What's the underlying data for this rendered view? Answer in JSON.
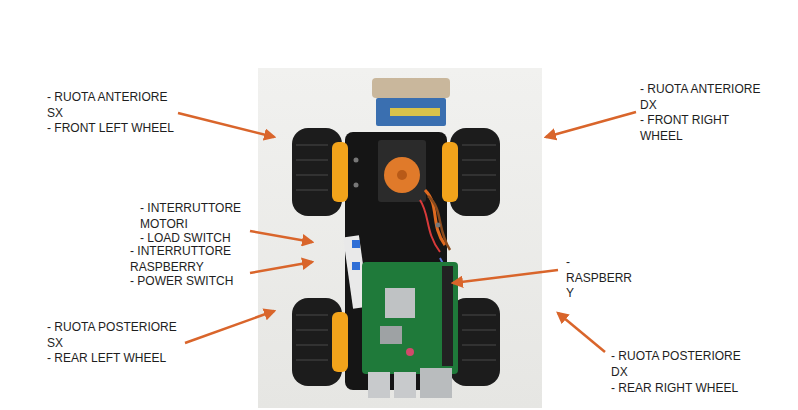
{
  "diagram": {
    "labels": [
      "- RUOTA ANTERIORE SX",
      "- FRONT LEFT WHEEL",
      "- RUOTA ANTERIORE DX",
      "- FRONT RIGHT WHEEL",
      "- INTERRUTTORE MOTORI",
      "- LOAD SWITCH",
      "- INTERRUTTORE RASPBERRY",
      "- POWER SWITCH",
      "- RASPBERRY",
      "- RUOTA POSTERIORE SX",
      "- REAR LEFT WHEEL",
      "- RUOTA POSTERIORE DX",
      "- REAR RIGHT WHEEL"
    ]
  }
}
